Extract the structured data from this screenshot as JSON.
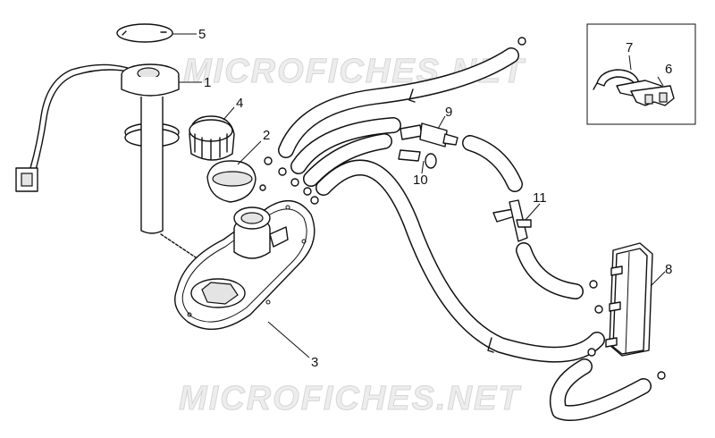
{
  "watermark": {
    "text": "MICROFICHES.NET"
  },
  "callouts": [
    {
      "id": "1",
      "label": "1"
    },
    {
      "id": "2",
      "label": "2"
    },
    {
      "id": "3",
      "label": "3"
    },
    {
      "id": "4",
      "label": "4"
    },
    {
      "id": "5",
      "label": "5"
    },
    {
      "id": "6",
      "label": "6"
    },
    {
      "id": "7",
      "label": "7"
    },
    {
      "id": "8",
      "label": "8"
    },
    {
      "id": "9",
      "label": "9"
    },
    {
      "id": "10",
      "label": "10"
    },
    {
      "id": "11",
      "label": "11"
    }
  ],
  "colors": {
    "line": "#111111",
    "watermark": "#d6d6d6",
    "background": "#ffffff"
  }
}
